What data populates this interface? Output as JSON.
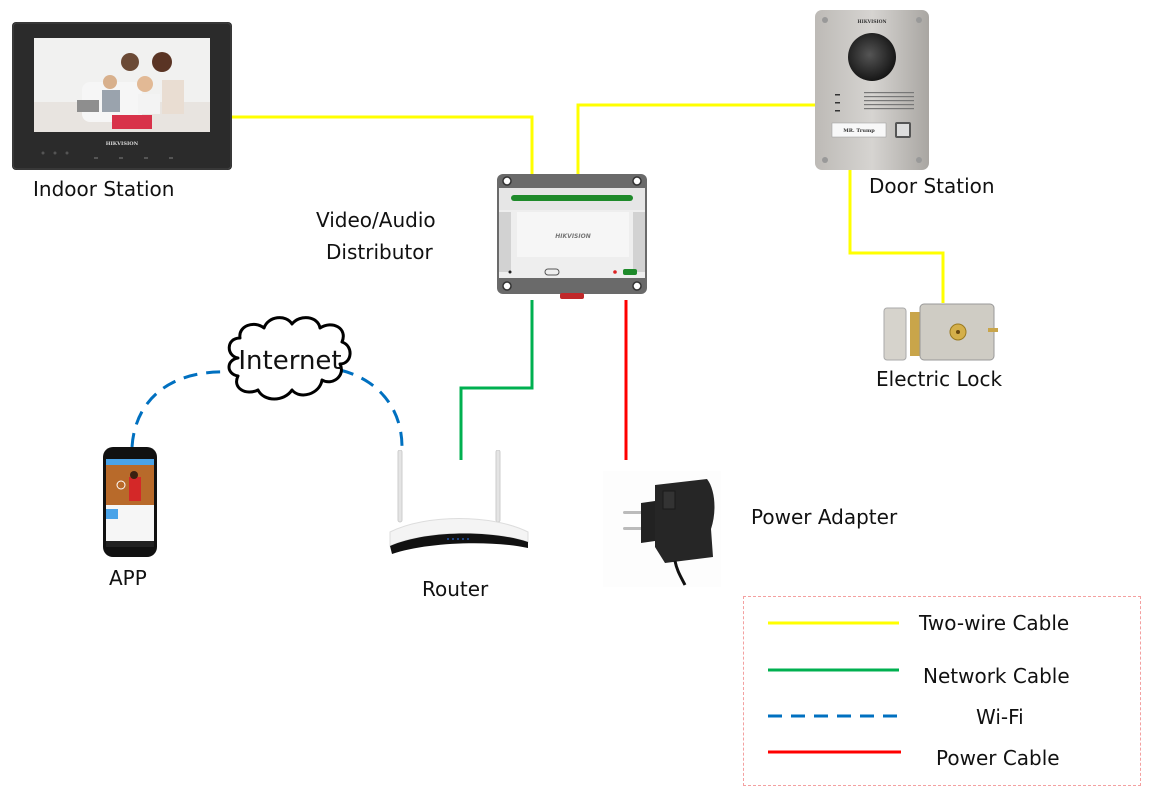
{
  "diagram": {
    "devices": {
      "indoor_station": {
        "label": "Indoor Station",
        "brand": "HIKVISION",
        "icon": "indoor-monitor-icon"
      },
      "distributor": {
        "label_line1": "Video/Audio",
        "label_line2": "Distributor",
        "brand": "HIKVISION",
        "icon": "distributor-box-icon"
      },
      "door_station": {
        "label": "Door Station",
        "brand": "HIKVISION",
        "nameplate": "MR. Trump",
        "icon": "door-station-icon"
      },
      "electric_lock": {
        "label": "Electric Lock",
        "icon": "lock-icon"
      },
      "internet": {
        "label": "Internet",
        "icon": "cloud-icon"
      },
      "app": {
        "label": "APP",
        "icon": "smartphone-icon"
      },
      "router": {
        "label": "Router",
        "icon": "router-icon"
      },
      "power_adapter": {
        "label": "Power Adapter",
        "icon": "power-adapter-icon"
      }
    },
    "connections": [
      {
        "from": "Indoor Station",
        "to": "Video/Audio Distributor",
        "type": "Two-wire Cable"
      },
      {
        "from": "Door Station",
        "to": "Video/Audio Distributor",
        "type": "Two-wire Cable"
      },
      {
        "from": "Door Station",
        "to": "Electric Lock",
        "type": "Two-wire Cable"
      },
      {
        "from": "Video/Audio Distributor",
        "to": "Router",
        "type": "Network Cable"
      },
      {
        "from": "Video/Audio Distributor",
        "to": "Power Adapter",
        "type": "Power Cable"
      },
      {
        "from": "APP",
        "to": "Internet",
        "type": "Wi-Fi"
      },
      {
        "from": "Internet",
        "to": "Router",
        "type": "Wi-Fi"
      }
    ],
    "colors": {
      "two_wire": "#ffff00",
      "network": "#00b050",
      "wifi": "#0070c0",
      "power": "#ff0000",
      "legend_border": "#f4a0a0"
    }
  },
  "legend": {
    "items": [
      {
        "label": "Two-wire Cable",
        "style": "solid",
        "color": "#ffff00"
      },
      {
        "label": "Network Cable",
        "style": "solid",
        "color": "#00b050"
      },
      {
        "label": "Wi-Fi",
        "style": "dashed",
        "color": "#0070c0"
      },
      {
        "label": "Power Cable",
        "style": "solid",
        "color": "#ff0000"
      }
    ]
  }
}
